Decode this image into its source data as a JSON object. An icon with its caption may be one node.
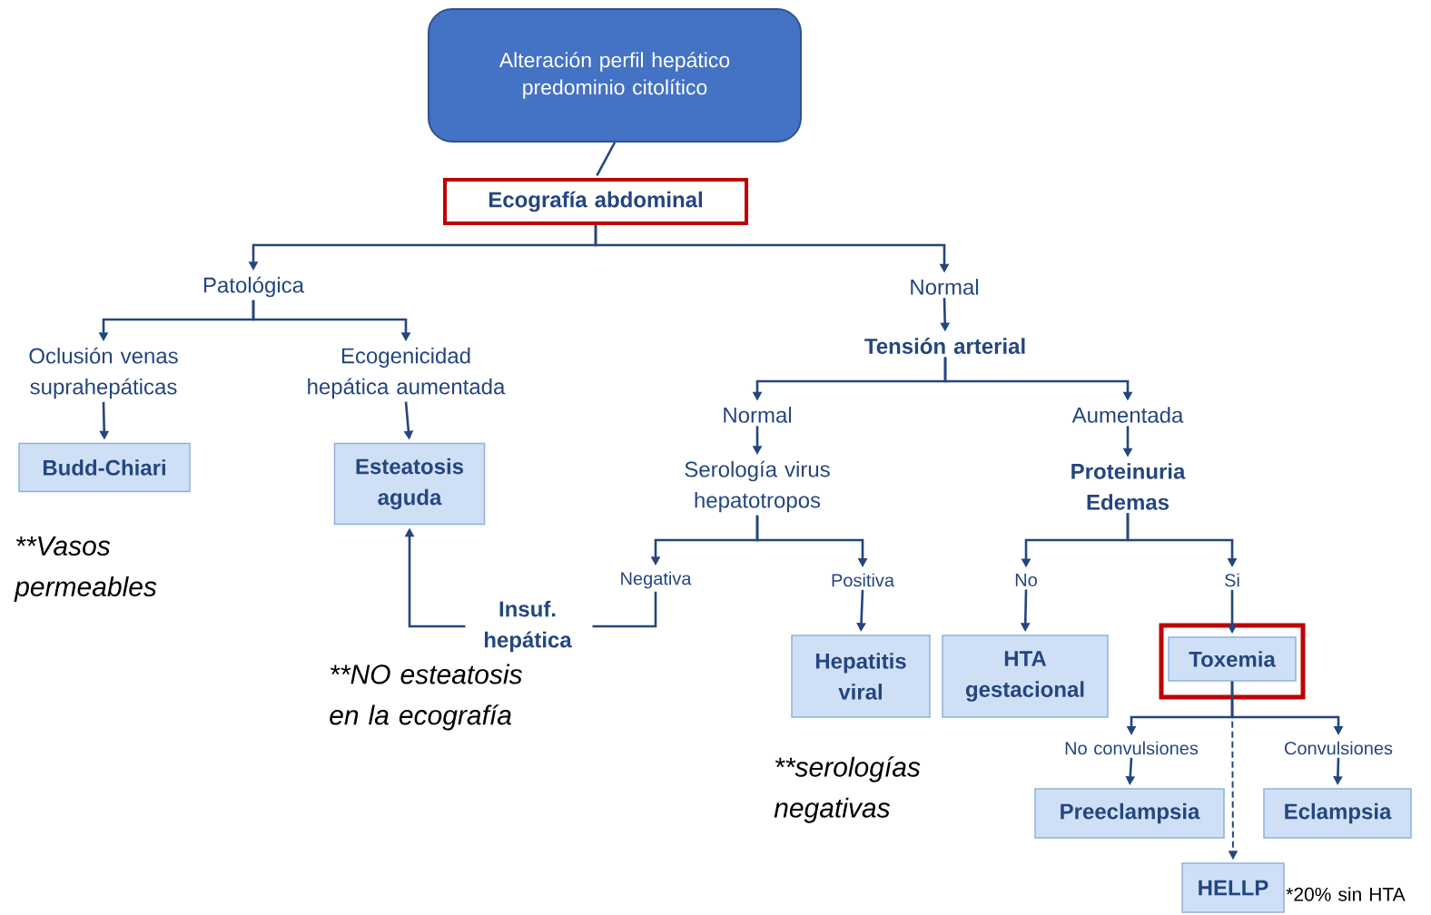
{
  "diagram": {
    "nodes": [
      {
        "text": [
          "Alteración perfil hepático predominio citolítico"
        ]
      },
      {
        "text": [
          "Ecografía abdominal"
        ]
      },
      {
        "text": [
          "Patológica"
        ]
      },
      {
        "text": [
          "Normal"
        ]
      },
      {
        "text": [
          "Oclusión venas suprahepáticas"
        ]
      },
      {
        "text": [
          "Ecogenicidad hepática aumentada"
        ]
      },
      {
        "text": [
          "Tensión arterial"
        ]
      },
      {
        "text": [
          "Budd-Chiari"
        ]
      },
      {
        "text": [
          "Esteatosis aguda"
        ]
      },
      {
        "text": [
          "Normal"
        ]
      },
      {
        "text": [
          "Aumentada"
        ]
      },
      {
        "text": [
          "Serología virus hepatotropos"
        ]
      },
      {
        "text": [
          "Proteinuria Edemas"
        ]
      },
      {
        "text": [
          "Negativa"
        ]
      },
      {
        "text": [
          "Positiva"
        ]
      },
      {
        "text": [
          "No"
        ]
      },
      {
        "text": [
          "Si"
        ]
      },
      {
        "text": [
          "Insuf. hepática"
        ]
      },
      {
        "text": [
          "Hepatitis viral"
        ]
      },
      {
        "text": [
          "HTA gestacional"
        ]
      },
      {
        "text": [
          "Toxemia"
        ]
      },
      {
        "text": [
          "No convulsiones"
        ]
      },
      {
        "text": [
          "Convulsiones"
        ]
      },
      {
        "text": [
          "Preeclampsia"
        ]
      },
      {
        "text": [
          "Eclampsia"
        ]
      },
      {
        "text": [
          "HELLP"
        ]
      }
    ],
    "edges": [
      {
        "from": 0,
        "to": 1,
        "arrow": "none"
      },
      {
        "from": 1,
        "to": 2,
        "arrow": "to"
      },
      {
        "from": 1,
        "to": 3,
        "arrow": "to"
      },
      {
        "from": 2,
        "to": 4,
        "arrow": "to"
      },
      {
        "from": 2,
        "to": 5,
        "arrow": "to"
      },
      {
        "from": 3,
        "to": 6,
        "arrow": "to"
      },
      {
        "from": 4,
        "to": 7,
        "arrow": "to"
      },
      {
        "from": 5,
        "to": 8,
        "arrow": "to"
      },
      {
        "from": 6,
        "to": 9,
        "arrow": "to"
      },
      {
        "from": 6,
        "to": 10,
        "arrow": "to"
      },
      {
        "from": 9,
        "to": 11,
        "arrow": "to"
      },
      {
        "from": 10,
        "to": 12,
        "arrow": "to"
      },
      {
        "from": 11,
        "to": 13,
        "arrow": "to"
      },
      {
        "from": 11,
        "to": 14,
        "arrow": "to"
      },
      {
        "from": 12,
        "to": 15,
        "arrow": "to"
      },
      {
        "from": 12,
        "to": 16,
        "arrow": "to"
      },
      {
        "from": 13,
        "to": 17,
        "arrow": "none"
      },
      {
        "from": 17,
        "to": 8,
        "arrow": "to"
      },
      {
        "from": 14,
        "to": 18,
        "arrow": "to"
      },
      {
        "from": 15,
        "to": 19,
        "arrow": "to"
      },
      {
        "from": 16,
        "to": 20,
        "arrow": "to"
      },
      {
        "from": 20,
        "to": 21,
        "arrow": "to"
      },
      {
        "from": 20,
        "to": 22,
        "arrow": "to"
      },
      {
        "from": 21,
        "to": 23,
        "arrow": "to"
      },
      {
        "from": 22,
        "to": 24,
        "arrow": "to"
      },
      {
        "from": 20,
        "to": 25,
        "arrow": "to",
        "style": "dashed"
      }
    ],
    "labels": [
      "**Vasos permeables",
      "**NO esteatosis en la ecografía",
      "**serologías negativas",
      "*20% sin HTA"
    ]
  }
}
